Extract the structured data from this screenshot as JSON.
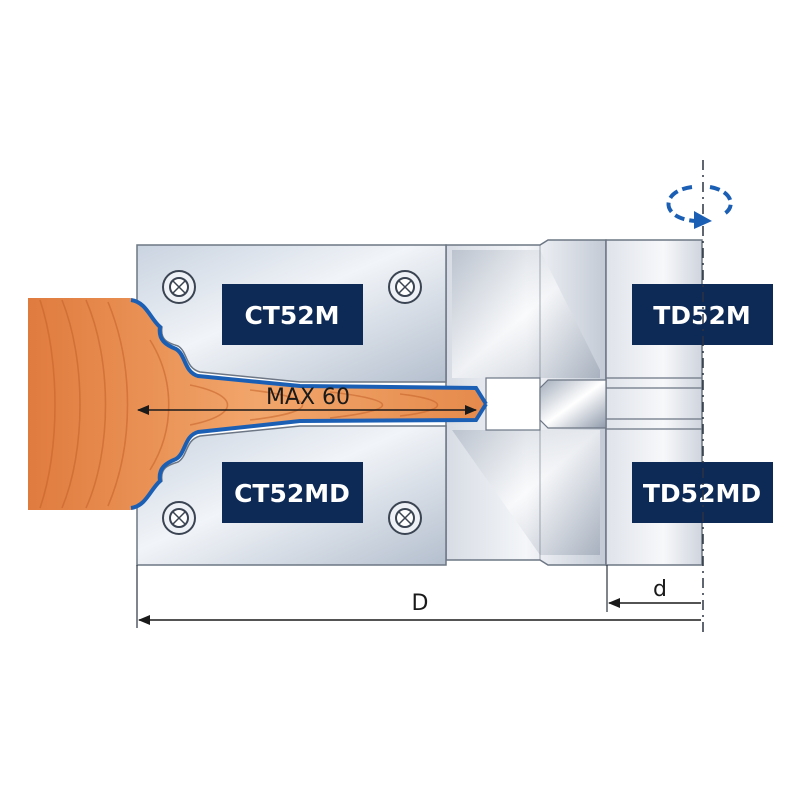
{
  "labels": {
    "upper_cutter": "CT52M",
    "lower_cutter": "CT52MD",
    "upper_body": "TD52M",
    "lower_body": "TD52MD"
  },
  "dimensions": {
    "max_depth": "MAX 60",
    "outer_diameter": "D",
    "bore_diameter": "d"
  },
  "colors": {
    "label_bg": "#0d2a57",
    "profile_line": "#1b5fb5",
    "steel_light": "#e6eaf1",
    "steel_dark": "#9aa6b8",
    "wood": "#e9955a"
  },
  "icons": {
    "rotation": "rotation-arrow-icon"
  }
}
